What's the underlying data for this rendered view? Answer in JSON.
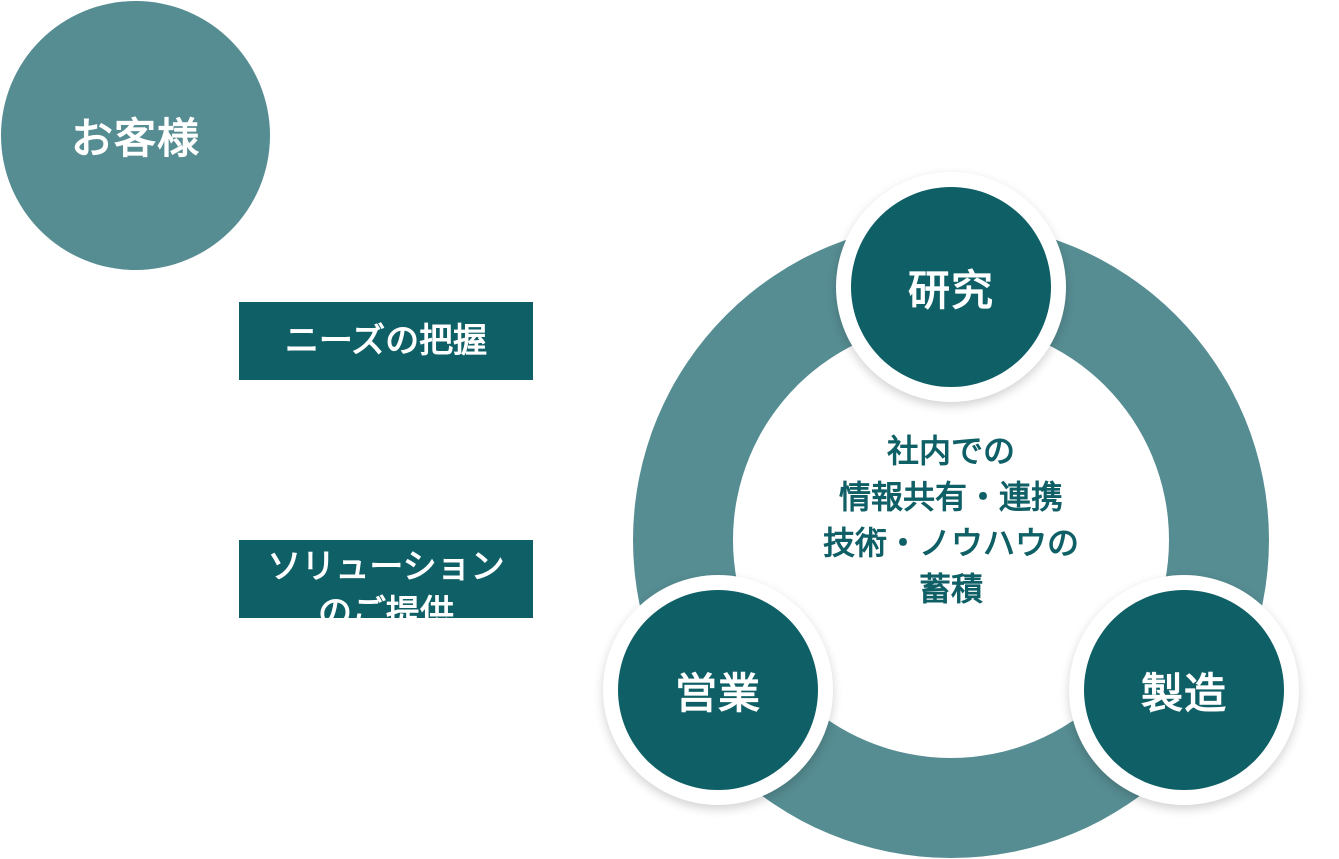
{
  "customer": {
    "label": "お客様"
  },
  "flows": {
    "needs": "ニーズの把握",
    "solution_line1": "ソリューション",
    "solution_line2": "のご提供"
  },
  "cycle": {
    "center_lines": [
      "社内での",
      "情報共有・連携",
      "技術・ノウハウの",
      "蓄積"
    ],
    "nodes": {
      "research": "研究",
      "sales": "営業",
      "manufacturing": "製造"
    }
  },
  "colors": {
    "teal_dark": "#0f5f66",
    "teal_light": "#568d92",
    "background": "#ffffff"
  }
}
